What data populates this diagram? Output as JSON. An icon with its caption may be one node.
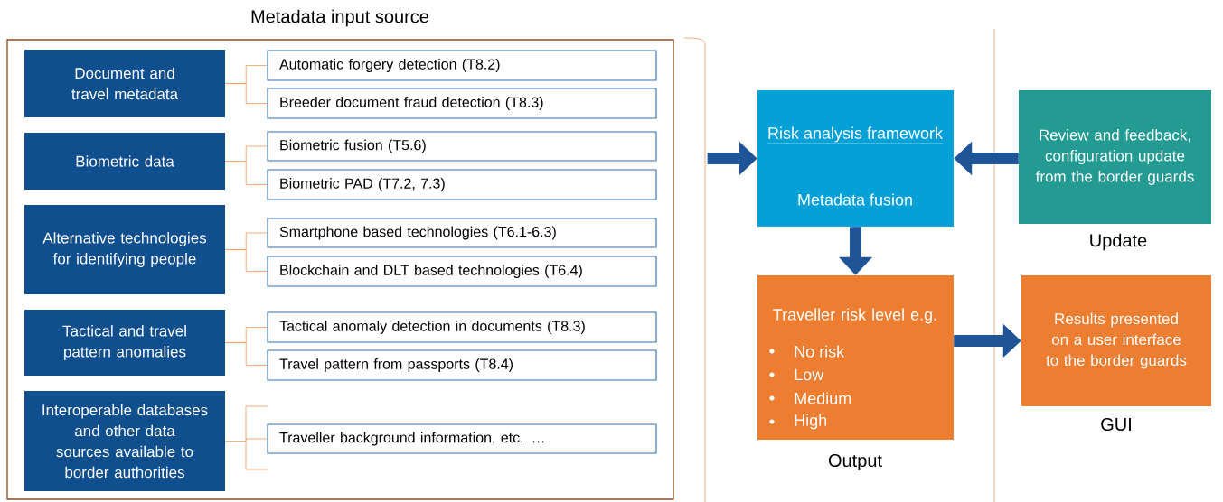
{
  "diagram": {
    "nodes": [
      {
        "text": [
          "Metadata input source"
        ]
      },
      {
        "text": [
          "Document and travel metadata"
        ],
        "in": 0
      },
      {
        "text": [
          "Automatic forgery detection (T8.2)"
        ],
        "in": 0
      },
      {
        "text": [
          "Breeder document fraud detection (T8.3)"
        ],
        "in": 0
      },
      {
        "text": [
          "Biometric data"
        ],
        "in": 0
      },
      {
        "text": [
          "Biometric fusion (T5.6)"
        ],
        "in": 0
      },
      {
        "text": [
          "Biometric PAD (T7.2, 7.3)"
        ],
        "in": 0
      },
      {
        "text": [
          "Alternative technologies for identifying people"
        ],
        "in": 0
      },
      {
        "text": [
          "Smartphone based technologies (T6.1-6.3)"
        ],
        "in": 0
      },
      {
        "text": [
          "Blockchain and DLT based technologies (T6.4)"
        ],
        "in": 0
      },
      {
        "text": [
          "Tactical and travel pattern anomalies"
        ],
        "in": 0
      },
      {
        "text": [
          "Tactical anomaly detection in documents (T8.3)"
        ],
        "in": 0
      },
      {
        "text": [
          "Travel pattern from passports (T8.4)"
        ],
        "in": 0
      },
      {
        "text": [
          "Interoperable databases and other data sources available to border authorities"
        ],
        "in": 0
      },
      {
        "text": [
          "Traveller background information, etc. …"
        ],
        "in": 0
      },
      {
        "text": [
          "Risk analysis framework",
          "Metadata fusion"
        ]
      },
      {
        "text": [
          "Review and feedback, configuration update from the border guards"
        ],
        "beside": [
          "Update"
        ]
      },
      {
        "text": [
          "Traveller risk level e.g.",
          "No risk",
          "Low",
          "Medium",
          "High"
        ],
        "beside": [
          "Output"
        ]
      },
      {
        "text": [
          "Results presented on a user interface to the border guards"
        ],
        "beside": [
          "GUI"
        ]
      }
    ],
    "edges": [
      {
        "from": 1,
        "to": 2,
        "arrow": "none"
      },
      {
        "from": 1,
        "to": 3,
        "arrow": "none"
      },
      {
        "from": 4,
        "to": 5,
        "arrow": "none"
      },
      {
        "from": 4,
        "to": 6,
        "arrow": "none"
      },
      {
        "from": 7,
        "to": 8,
        "arrow": "none"
      },
      {
        "from": 7,
        "to": 9,
        "arrow": "none"
      },
      {
        "from": 10,
        "to": 11,
        "arrow": "none"
      },
      {
        "from": 10,
        "to": 12,
        "arrow": "none"
      },
      {
        "from": 13,
        "to": 14,
        "arrow": "none"
      },
      {
        "from": 0,
        "to": 15,
        "arrow": "to",
        "style": "thick",
        "color": "#1f5597"
      },
      {
        "from": 16,
        "to": 15,
        "arrow": "to",
        "style": "thick",
        "color": "#1f5597"
      },
      {
        "from": 15,
        "to": 17,
        "arrow": "to",
        "style": "thick",
        "color": "#1f5597"
      },
      {
        "from": 17,
        "to": 18,
        "arrow": "to",
        "style": "thick",
        "color": "#1f5597"
      }
    ]
  }
}
